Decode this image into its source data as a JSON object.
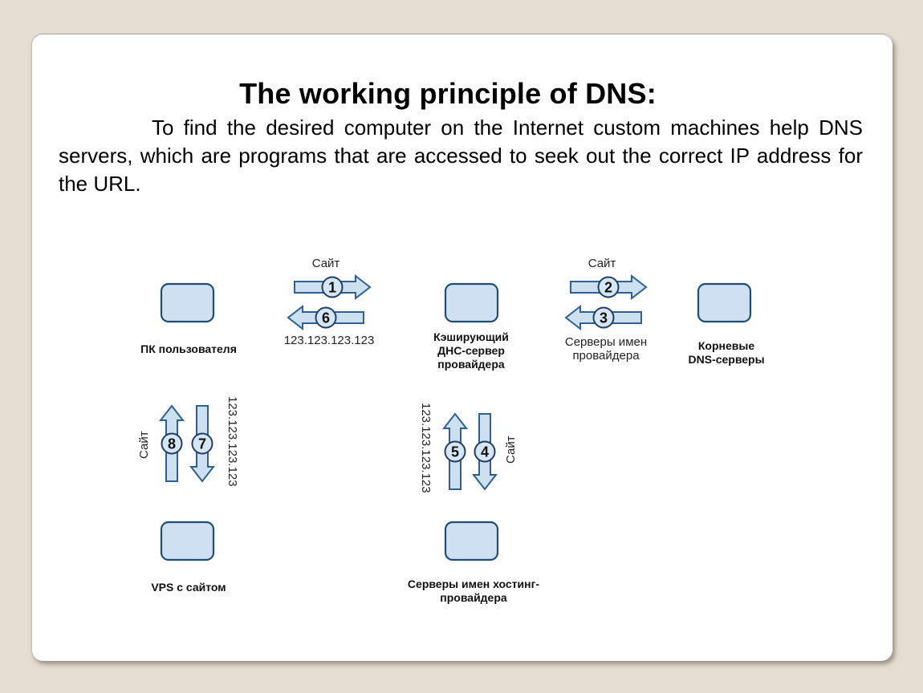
{
  "slide": {
    "title": "The working principle of DNS:",
    "paragraph": "To find the desired computer on the Internet custom machines help DNS servers, which are programs that are accessed to seek out the correct IP address for the URL."
  },
  "diagram": {
    "colors": {
      "node_fill": "#cfe0f2",
      "node_stroke": "#1f4e79",
      "arrow_fill": "#cde0f0",
      "arrow_stroke": "#2e6096",
      "circle_stroke": "#1f3f66"
    },
    "nodes": [
      {
        "id": "user-pc",
        "label_lines": [
          "ПК пользователя"
        ]
      },
      {
        "id": "caching-dns",
        "label_lines": [
          "Кэширующий",
          "ДНС-сервер",
          "провайдера"
        ]
      },
      {
        "id": "root-dns",
        "label_lines": [
          "Корневые",
          "DNS-серверы"
        ]
      },
      {
        "id": "vps",
        "label_lines": [
          "VPS с сайтом"
        ]
      },
      {
        "id": "hosting-ns",
        "label_lines": [
          "Серверы имен хостинг-",
          "провайдера"
        ]
      }
    ],
    "steps": [
      {
        "number": "1",
        "from": "user-pc",
        "to": "caching-dns"
      },
      {
        "number": "2",
        "from": "caching-dns",
        "to": "root-dns"
      },
      {
        "number": "3",
        "from": "root-dns",
        "to": "caching-dns"
      },
      {
        "number": "4",
        "from": "caching-dns",
        "to": "hosting-ns"
      },
      {
        "number": "5",
        "from": "hosting-ns",
        "to": "caching-dns"
      },
      {
        "number": "6",
        "from": "caching-dns",
        "to": "user-pc"
      },
      {
        "number": "7",
        "from": "user-pc",
        "to": "vps"
      },
      {
        "number": "8",
        "from": "vps",
        "to": "user-pc"
      }
    ],
    "arrow_labels": {
      "step1_top": "Сайт",
      "step6_bottom": "123.123.123.123",
      "step2_top": "Сайт",
      "step3_bottom_lines": [
        "Серверы имен",
        "провайдера"
      ],
      "step8_side": "Сайт",
      "step7_side": "123.123.123.123",
      "step5_side": "123.123.123.123",
      "step4_side": "Сайт"
    }
  }
}
